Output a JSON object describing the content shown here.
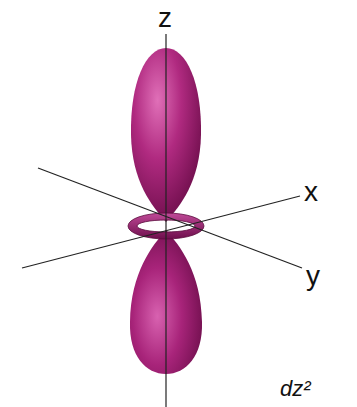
{
  "diagram": {
    "labels": [
      "z",
      "x",
      "y",
      "dz²"
    ]
  }
}
